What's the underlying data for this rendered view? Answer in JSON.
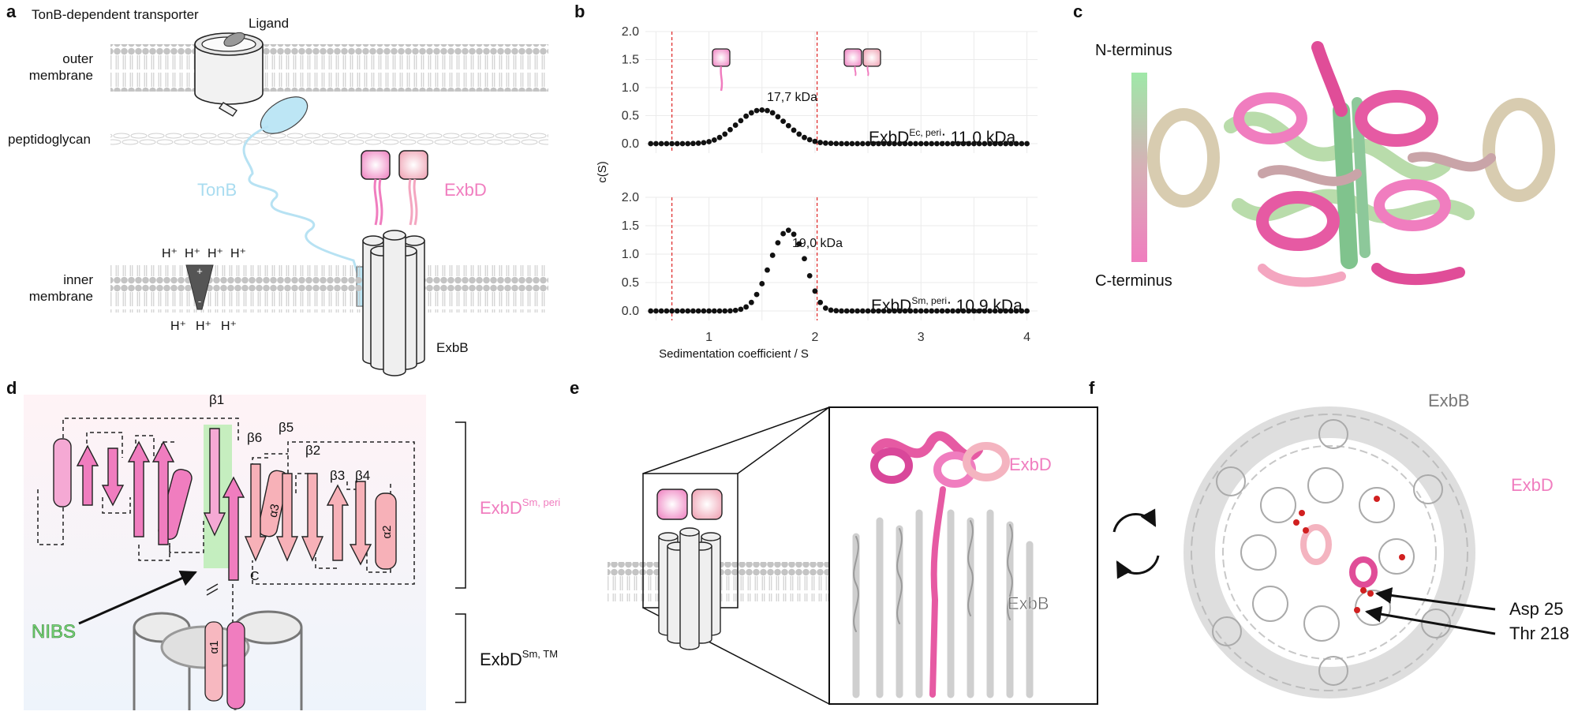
{
  "panels": {
    "a": {
      "letter": "a",
      "transporter_label": "TonB-dependent transporter",
      "ligand_label": "Ligand",
      "outer_membrane_label": [
        "outer",
        "membrane"
      ],
      "peptidoglycan_label": "peptidoglycan",
      "inner_membrane_label": [
        "inner",
        "membrane"
      ],
      "tonb_label": "TonB",
      "exbd_label": "ExbD",
      "exbb_label": "ExbB",
      "proton_top": [
        "H⁺",
        "H⁺",
        "H⁺",
        "H⁺"
      ],
      "proton_bottom": [
        "H⁺",
        "H⁺",
        "H⁺"
      ],
      "plus_sign": "+",
      "minus_sign": "-",
      "colors": {
        "membrane": "#c6c6c6",
        "tonb": "#a9dcf0",
        "exbd": "#f07dbf",
        "exbb": "#ededed"
      }
    },
    "b": {
      "letter": "b",
      "yaxis_label": "c(S)",
      "xaxis_label": "Sedimentation coefficient / S",
      "top_peak_label": "17,7 kDa",
      "bottom_peak_label": "19,0 kDa",
      "top_species": {
        "base": "ExbD",
        "sup": "Ec, peri",
        "mass": ": 11,0 kDa"
      },
      "bottom_species": {
        "base": "ExbD",
        "sup": "Sm, peri",
        "mass": ": 10,9 kDa"
      }
    },
    "c": {
      "letter": "c",
      "gradient_top_label": "N-terminus",
      "gradient_bottom_label": "C-terminus",
      "gradient_colors": [
        "#9fe8a8",
        "#f07dbf"
      ]
    },
    "d": {
      "letter": "d",
      "strands": [
        "β1",
        "β6",
        "β5",
        "β2",
        "β3",
        "β4"
      ],
      "helices": [
        "α3",
        "α2",
        "α1"
      ],
      "c_label": "C",
      "nibs_label": "NIBS",
      "peri_domain": {
        "base": "ExbD",
        "sup": "Sm, peri"
      },
      "tm_domain": {
        "base": "ExbD",
        "sup": "Sm, TM"
      },
      "nibs_color": "#7ddc7d"
    },
    "e": {
      "letter": "e",
      "exbd_label": "ExbD",
      "exbb_label": "ExbB"
    },
    "f": {
      "letter": "f",
      "exbb_label": "ExbB",
      "exbd_label": "ExbD",
      "residue_1": "Asp 25",
      "residue_2": "Thr 218"
    }
  },
  "chart_data": [
    {
      "type": "scatter",
      "xlabel": "Sedimentation coefficient / S",
      "ylabel": "c(S)",
      "xlim": [
        0.4,
        4.1
      ],
      "ylim": [
        0,
        2.0
      ],
      "xticks": [
        1,
        2,
        3,
        4
      ],
      "yticks": [
        0.0,
        0.5,
        1.0,
        1.5,
        2.0
      ],
      "grid": true,
      "vlines": [
        0.65,
        2.02
      ],
      "peak": {
        "x": 1.5,
        "y": 0.6,
        "label": "17,7 kDa"
      },
      "series": [
        {
          "name": "ExbD Ec, peri",
          "x": [
            0.45,
            0.5,
            0.55,
            0.6,
            0.65,
            0.7,
            0.75,
            0.8,
            0.85,
            0.9,
            0.95,
            1.0,
            1.05,
            1.1,
            1.15,
            1.2,
            1.25,
            1.3,
            1.35,
            1.4,
            1.45,
            1.5,
            1.55,
            1.6,
            1.65,
            1.7,
            1.75,
            1.8,
            1.85,
            1.9,
            1.95,
            2.0,
            2.05,
            2.1,
            2.15,
            2.2,
            2.25,
            2.3,
            2.35,
            2.4,
            2.45,
            2.5,
            2.55,
            2.6,
            2.65,
            2.7,
            2.75,
            2.8,
            2.85,
            2.9,
            2.95,
            3.0,
            3.05,
            3.1,
            3.15,
            3.2,
            3.25,
            3.3,
            3.35,
            3.4,
            3.45,
            3.5,
            3.55,
            3.6,
            3.65,
            3.7,
            3.75,
            3.8,
            3.85,
            3.9,
            3.95,
            4.0
          ],
          "y": [
            0,
            0,
            0,
            0,
            0,
            0,
            0,
            0,
            0.003,
            0.008,
            0.018,
            0.035,
            0.065,
            0.11,
            0.17,
            0.25,
            0.33,
            0.41,
            0.49,
            0.55,
            0.59,
            0.6,
            0.59,
            0.55,
            0.48,
            0.4,
            0.32,
            0.24,
            0.17,
            0.11,
            0.07,
            0.04,
            0.02,
            0.01,
            0.005,
            0.002,
            0,
            0,
            0,
            0,
            0,
            0,
            0,
            0,
            0,
            0,
            0,
            0,
            0,
            0,
            0,
            0,
            0,
            0,
            0,
            0,
            0,
            0,
            0,
            0,
            0,
            0,
            0,
            0,
            0,
            0,
            0,
            0,
            0,
            0,
            0,
            0
          ]
        }
      ]
    },
    {
      "type": "scatter",
      "xlabel": "Sedimentation coefficient / S",
      "ylabel": "c(S)",
      "xlim": [
        0.4,
        4.1
      ],
      "ylim": [
        0,
        2.0
      ],
      "xticks": [
        1,
        2,
        3,
        4
      ],
      "yticks": [
        0.0,
        0.5,
        1.0,
        1.5,
        2.0
      ],
      "grid": true,
      "vlines": [
        0.65,
        2.02
      ],
      "peak": {
        "x": 1.75,
        "y": 1.42,
        "label": "19,0 kDa"
      },
      "series": [
        {
          "name": "ExbD Sm, peri",
          "x": [
            0.45,
            0.5,
            0.55,
            0.6,
            0.65,
            0.7,
            0.75,
            0.8,
            0.85,
            0.9,
            0.95,
            1.0,
            1.05,
            1.1,
            1.15,
            1.2,
            1.25,
            1.3,
            1.35,
            1.4,
            1.45,
            1.5,
            1.55,
            1.6,
            1.65,
            1.7,
            1.75,
            1.8,
            1.85,
            1.9,
            1.95,
            2.0,
            2.05,
            2.1,
            2.15,
            2.2,
            2.25,
            2.3,
            2.35,
            2.4,
            2.45,
            2.5,
            2.55,
            2.6,
            2.65,
            2.7,
            2.75,
            2.8,
            2.85,
            2.9,
            2.95,
            3.0,
            3.05,
            3.1,
            3.15,
            3.2,
            3.25,
            3.3,
            3.35,
            3.4,
            3.45,
            3.5,
            3.55,
            3.6,
            3.65,
            3.7,
            3.75,
            3.8,
            3.85,
            3.9,
            3.95,
            4.0
          ],
          "y": [
            0,
            0,
            0,
            0,
            0,
            0,
            0,
            0,
            0,
            0,
            0,
            0,
            0,
            0,
            0,
            0.002,
            0.01,
            0.03,
            0.07,
            0.15,
            0.29,
            0.48,
            0.72,
            0.98,
            1.2,
            1.36,
            1.42,
            1.35,
            1.18,
            0.92,
            0.62,
            0.35,
            0.15,
            0.05,
            0.015,
            0.004,
            0,
            0,
            0,
            0,
            0,
            0,
            0,
            0,
            0,
            0,
            0,
            0,
            0,
            0,
            0,
            0,
            0,
            0,
            0,
            0,
            0,
            0,
            0,
            0,
            0,
            0,
            0,
            0,
            0,
            0,
            0,
            0,
            0,
            0,
            0,
            0
          ]
        }
      ]
    }
  ]
}
